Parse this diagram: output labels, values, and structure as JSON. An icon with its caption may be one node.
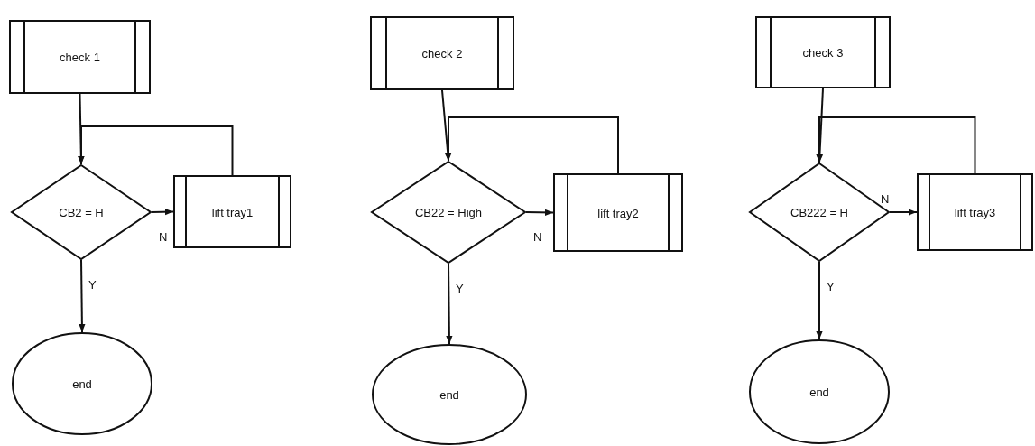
{
  "diagram": {
    "nodes": [
      {
        "text": [
          "check 1"
        ]
      },
      {
        "text": [
          "CB2 = H"
        ]
      },
      {
        "text": [
          "lift tray1"
        ]
      },
      {
        "text": [
          "end"
        ]
      },
      {
        "text": [
          "check 2"
        ]
      },
      {
        "text": [
          "CB22 = High"
        ]
      },
      {
        "text": [
          "lift tray2"
        ]
      },
      {
        "text": [
          "end"
        ]
      },
      {
        "text": [
          "check 3"
        ]
      },
      {
        "text": [
          "CB222 = H"
        ]
      },
      {
        "text": [
          "lift tray3"
        ]
      },
      {
        "text": [
          "end"
        ]
      }
    ],
    "edges": [
      {
        "from": 0,
        "to": 1,
        "arrow": "to"
      },
      {
        "from": 1,
        "to": 2,
        "arrow": "to",
        "label": "N"
      },
      {
        "from": 1,
        "to": 3,
        "arrow": "to",
        "label": "Y"
      },
      {
        "from": 2,
        "to": 1,
        "arrow": "to"
      },
      {
        "from": 4,
        "to": 5,
        "arrow": "to"
      },
      {
        "from": 5,
        "to": 6,
        "arrow": "to",
        "label": "N"
      },
      {
        "from": 5,
        "to": 7,
        "arrow": "to",
        "label": "Y"
      },
      {
        "from": 6,
        "to": 5,
        "arrow": "to"
      },
      {
        "from": 8,
        "to": 9,
        "arrow": "to"
      },
      {
        "from": 9,
        "to": 10,
        "arrow": "to",
        "label": "N"
      },
      {
        "from": 9,
        "to": 11,
        "arrow": "to",
        "label": "Y"
      },
      {
        "from": 10,
        "to": 9,
        "arrow": "to"
      }
    ]
  }
}
